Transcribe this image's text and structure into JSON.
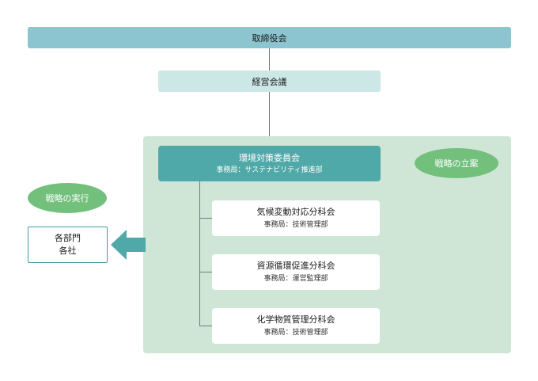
{
  "board": {
    "label": "取締役会"
  },
  "management": {
    "label": "経営会議"
  },
  "committee": {
    "title": "環境対策委員会",
    "secretariat": "事務局：サステナビリティ推進部"
  },
  "pills": {
    "strategy_planning": "戦略の立案",
    "strategy_execution": "戦略の実行"
  },
  "subcommittees": [
    {
      "title": "気候変動対応分科会",
      "secretariat": "事務局：技術管理部"
    },
    {
      "title": "資源循環促進分科会",
      "secretariat": "事務局：運営監理部"
    },
    {
      "title": "化学物質管理分科会",
      "secretariat": "事務局：技術管理部"
    }
  ],
  "departments": {
    "line1": "各部門",
    "line2": "各社"
  },
  "colors": {
    "board": "#8cc4cf",
    "management": "#cbe7e6",
    "panel": "#cfe6d7",
    "committee": "#4fa9a8",
    "pill": "#72c07c",
    "arrow": "#4fa9a8"
  }
}
